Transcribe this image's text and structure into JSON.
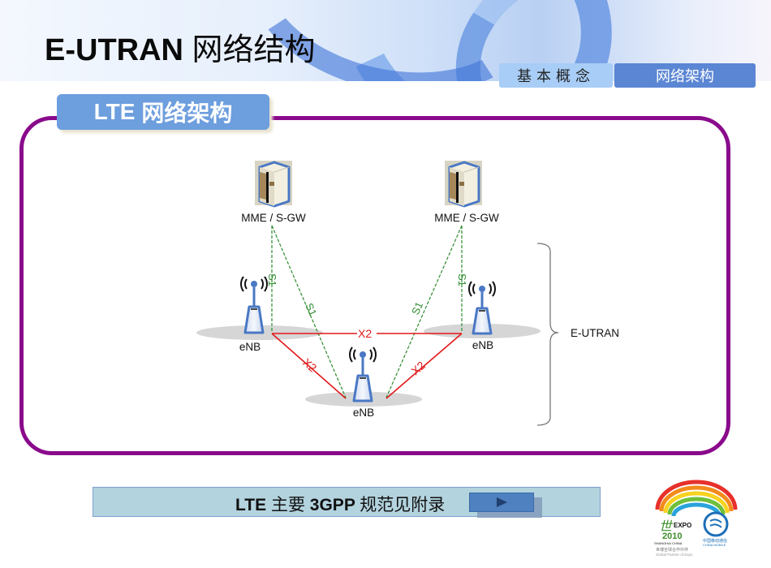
{
  "header": {
    "title_latin": "E-UTRAN",
    "title_cn": "网络结构"
  },
  "nav": {
    "tabs": [
      {
        "label": "基本概念",
        "active": false
      },
      {
        "label": "网络架构",
        "active": true
      }
    ]
  },
  "section": {
    "tab_latin": "LTE",
    "tab_cn": "网络架构"
  },
  "diagram": {
    "core_nodes": [
      {
        "label": "MME / S-GW"
      },
      {
        "label": "MME / S-GW"
      }
    ],
    "enb_nodes": [
      {
        "label": "eNB"
      },
      {
        "label": "eNB"
      },
      {
        "label": "eNB"
      }
    ],
    "s1_links": [
      {
        "label": "S1"
      },
      {
        "label": "S1"
      },
      {
        "label": "S1"
      },
      {
        "label": "S1"
      }
    ],
    "x2_links": [
      {
        "label": "X2"
      },
      {
        "label": "X2"
      },
      {
        "label": "X2"
      }
    ],
    "group_label": "E-UTRAN",
    "colors": {
      "s1": "#2e8b2e",
      "x2": "#e0191b",
      "frame": "#8a0a8c",
      "icon_blue": "#4a78c4"
    }
  },
  "footer": {
    "text_latin_1": "LTE",
    "text_cn_1": "主要",
    "text_latin_2": "3GPP",
    "text_cn_2": "规范见附录",
    "play_button": "play-icon"
  },
  "logo": {
    "expo_text": "EXPO",
    "year_text": "2010",
    "city_text": "SHANGHAI CHINA",
    "cm_cn": "中国移动通信",
    "cm_en": "CHINA MOBILE",
    "partner_cn": "世博全球合作伙伴",
    "partner_en": "Global Partner of Expo"
  }
}
